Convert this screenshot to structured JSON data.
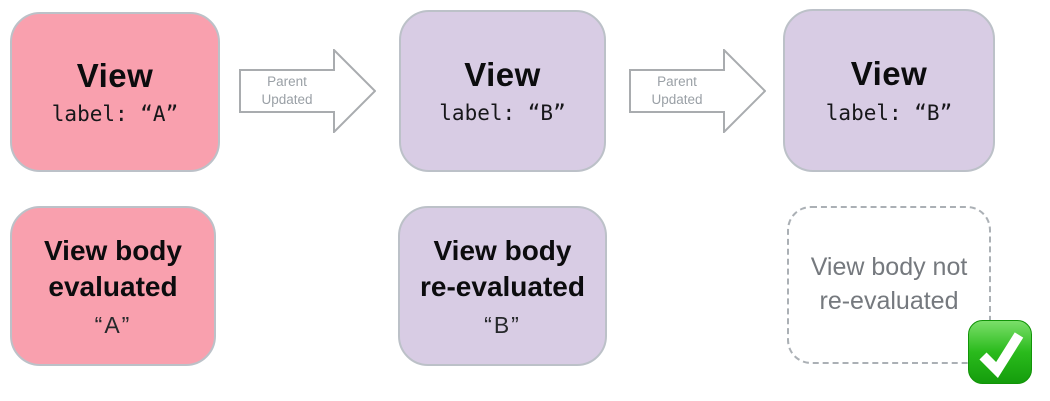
{
  "diagram": {
    "title_semantic": "SwiftUI view body evaluation diagram",
    "columns": [
      {
        "variant": "pink",
        "view": {
          "title": "View",
          "code": "label: “A”"
        },
        "result": {
          "title_lines": [
            "View body",
            "evaluated"
          ],
          "value": "“A”"
        }
      },
      {
        "variant": "purple",
        "view": {
          "title": "View",
          "code": "label: “B”"
        },
        "result": {
          "title_lines": [
            "View body",
            "re-evaluated"
          ],
          "value": "“B”"
        }
      },
      {
        "variant": "purple-dashed-result",
        "view": {
          "title": "View",
          "code": "label: “B”"
        },
        "result": {
          "title_lines": [
            "View body not",
            "re-evaluated"
          ]
        }
      }
    ],
    "arrows": [
      {
        "label": "Parent Updated"
      },
      {
        "label": "Parent Updated"
      }
    ],
    "icons": {
      "check": "green-checkmark-icon"
    },
    "colors": {
      "pink": "#F9A0AE",
      "purple": "#D8CCE4",
      "box_border": "#BCC1C8",
      "arrow_outline": "#A9ACAF",
      "arrow_text": "#9AA0A6",
      "muted_text": "#75797E",
      "check_green": "#2ABB1C",
      "text": "#0C0C0E"
    }
  }
}
